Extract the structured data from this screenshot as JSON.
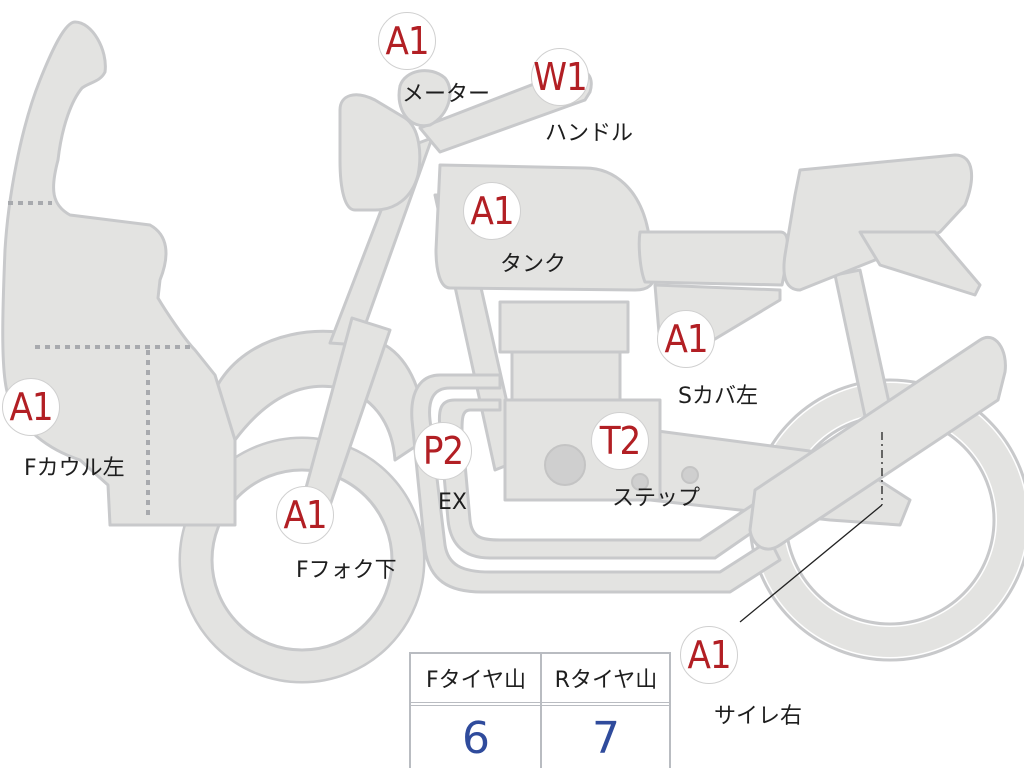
{
  "markers": [
    {
      "id": "meter",
      "code": "A1",
      "label": "メーター"
    },
    {
      "id": "handle",
      "code": "W1",
      "label": "ハンドル"
    },
    {
      "id": "tank",
      "code": "A1",
      "label": "タンク"
    },
    {
      "id": "side-cover",
      "code": "A1",
      "label": "Sカバ左"
    },
    {
      "id": "front-cowl",
      "code": "A1",
      "label": "Fカウル左"
    },
    {
      "id": "exhaust",
      "code": "P2",
      "label": "EX"
    },
    {
      "id": "step",
      "code": "T2",
      "label": "ステップ"
    },
    {
      "id": "front-fork",
      "code": "A1",
      "label": "Fフォク下"
    },
    {
      "id": "silencer",
      "code": "A1",
      "label": "サイレ右"
    }
  ],
  "tread_table": {
    "headers": [
      "Fタイヤ山",
      "Rタイヤ山"
    ],
    "values": [
      "6",
      "7"
    ]
  },
  "colors": {
    "code": "#b21f24",
    "value": "#2f4b9c",
    "body": "#e3e3e1",
    "outline": "#c8c9cb"
  }
}
